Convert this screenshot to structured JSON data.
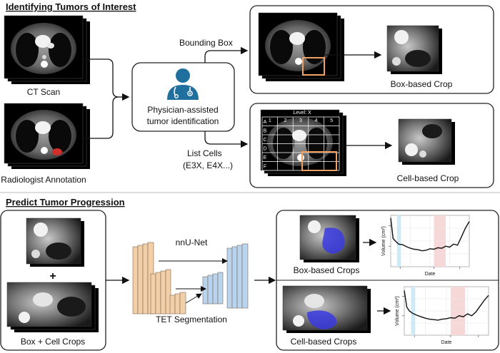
{
  "sections": {
    "top_title": "Identifying Tumors of Interest",
    "bottom_title": "Predict Tumor Progression"
  },
  "top": {
    "ct_scan": "CT Scan",
    "radiologist": "Radiologist Annotation",
    "physician_line1": "Physician-assisted",
    "physician_line2": "tumor identification",
    "bounding_box": "Bounding Box",
    "list_cells_line1": "List Cells",
    "list_cells_line2": "(E3X, E4X...)",
    "box_crop": "Box-based Crop",
    "cell_crop": "Cell-based Crop",
    "grid_title": "Level: X",
    "grid_cols": [
      "1",
      "2",
      "3",
      "4",
      "5"
    ],
    "grid_rows": [
      "A",
      "B",
      "C",
      "D",
      "E",
      "F"
    ]
  },
  "bottom": {
    "plus": "+",
    "box_cell_crops": "Box + Cell Crops",
    "nnunet": "nnU-Net",
    "tet_seg": "TET Segmentation",
    "box_crops": "Box-based Crops",
    "cell_crops": "Cell-based Crops",
    "y_label": "Volume (cm³)",
    "x_label": "Date"
  },
  "colors": {
    "frame": "#222222",
    "encoder": "#f2cfa6",
    "decoder": "#b8d4ee",
    "box_highlight": "#f0a060",
    "physician_icon": "#1f6f9f",
    "annotation": "#d0302c",
    "segmentation": "#3a3ae0",
    "band_blue": "#cfeaf4",
    "band_red": "#f7d8d8"
  },
  "chart_data": [
    {
      "type": "line",
      "title": "",
      "xlabel": "Date",
      "ylabel": "Volume (cm³)",
      "x": [
        0,
        3,
        6,
        10,
        15,
        20,
        25,
        30,
        35,
        40,
        45,
        50,
        55,
        60,
        65,
        70,
        75,
        80,
        85,
        90,
        95,
        100
      ],
      "values": [
        95,
        55,
        50,
        44,
        43,
        39,
        36,
        34,
        33,
        31,
        32,
        35,
        34,
        37,
        36,
        40,
        38,
        44,
        42,
        58,
        75,
        88
      ],
      "xlim": [
        0,
        100
      ],
      "ylim": [
        0,
        100
      ],
      "bands": [
        {
          "from": 8,
          "to": 13,
          "color": "blue"
        },
        {
          "from": 55,
          "to": 70,
          "color": "red"
        }
      ],
      "grid": true
    },
    {
      "type": "line",
      "title": "",
      "xlabel": "Date",
      "ylabel": "Volume (cm³)",
      "x": [
        0,
        3,
        6,
        10,
        15,
        20,
        25,
        30,
        35,
        40,
        45,
        50,
        55,
        60,
        65,
        70,
        75,
        80,
        85,
        90,
        95,
        100
      ],
      "values": [
        92,
        58,
        50,
        45,
        41,
        38,
        35,
        33,
        32,
        31,
        33,
        34,
        36,
        35,
        40,
        38,
        44,
        40,
        48,
        60,
        72,
        82
      ],
      "xlim": [
        0,
        100
      ],
      "ylim": [
        0,
        100
      ],
      "bands": [
        {
          "from": 8,
          "to": 13,
          "color": "blue"
        },
        {
          "from": 55,
          "to": 72,
          "color": "red"
        }
      ],
      "grid": true
    }
  ]
}
